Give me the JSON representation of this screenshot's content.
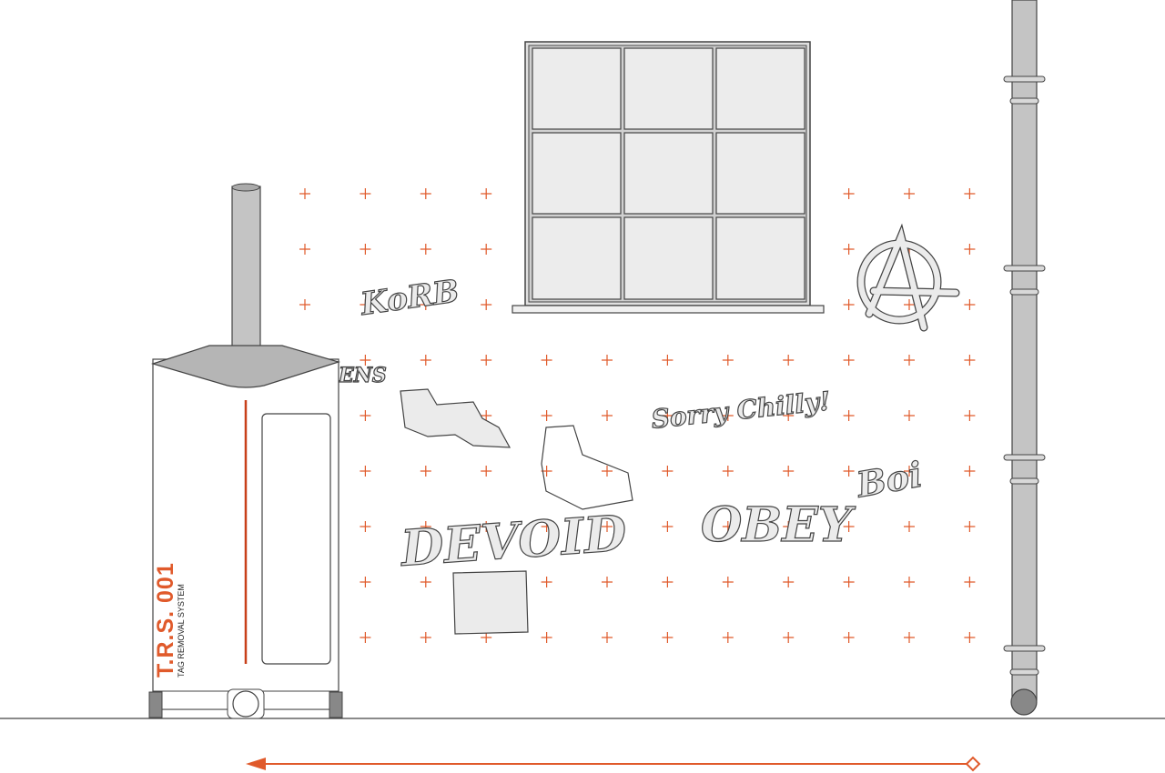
{
  "machine": {
    "model": "T.R.S. 001",
    "subtitle": "TAG REMOVAL SYSTEM"
  },
  "graffiti_tags": [
    "KoRB",
    "ENS",
    "Sorry Chilly!",
    "DEVOID",
    "OBEY",
    "Boi"
  ],
  "colors": {
    "accent": "#e05a2b",
    "line": "#444444",
    "fill": "#ebebeb",
    "pipe": "#c4c4c4"
  },
  "icons": {
    "grid_marks": "plus-icon",
    "direction": "arrow-left-icon",
    "anarchy": "anarchy-symbol-icon"
  }
}
